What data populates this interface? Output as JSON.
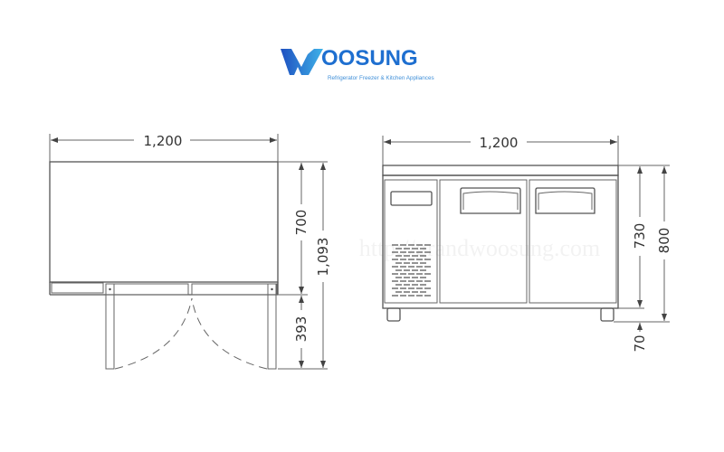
{
  "logo": {
    "brand": "OOSUNG",
    "tagline": "Refrigerator Freezer & Kitchen Appliances",
    "colors": {
      "primary": "#1e6fd0",
      "light": "#3fb2e8"
    }
  },
  "watermark": "http://grandwoosung.com",
  "top_view": {
    "width_label": "1,200",
    "depth_label": "700",
    "door_swing_label": "393",
    "total_depth_label": "1,093"
  },
  "front_view": {
    "width_label": "1,200",
    "body_height_label": "730",
    "total_height_label": "800",
    "leg_height_label": "70"
  }
}
